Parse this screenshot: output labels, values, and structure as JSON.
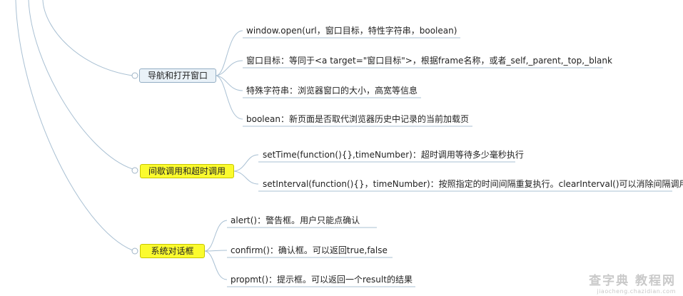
{
  "branches": [
    {
      "label": "导航和打开窗口",
      "leaves": [
        "window.open(url，窗口目标，特性字符串，boolean)",
        "窗口目标：等同于<a target=\"窗口目标\">，根据frame名称，或者_self,_parent,_top,_blank",
        "特殊字符串：浏览器窗口的大小，高宽等信息",
        "boolean：新页面是否取代浏览器历史中记录的当前加载页"
      ]
    },
    {
      "label": "间歇调用和超时调用",
      "leaves": [
        "setTime(function(){},timeNumber)：超时调用等待多少毫秒执行",
        "setInterval(function(){}，timeNumber)：按照指定的时间间隔重复执行。clearInterval()可以消除间隔调用"
      ]
    },
    {
      "label": "系统对话框",
      "leaves": [
        "alert()：警告框。用户只能点确认",
        "confirm()：确认框。可以返回true,false",
        "propmt()：提示框。可以返回一个result的结果"
      ]
    }
  ],
  "watermark": {
    "main": "查字典 教程网",
    "sub": "jiaocheng.chazidian.com"
  },
  "colors": {
    "line": "#a9c0d3",
    "node_blue_fill": "#eaf2f8",
    "node_yellow_fill": "#fbfb2e"
  }
}
